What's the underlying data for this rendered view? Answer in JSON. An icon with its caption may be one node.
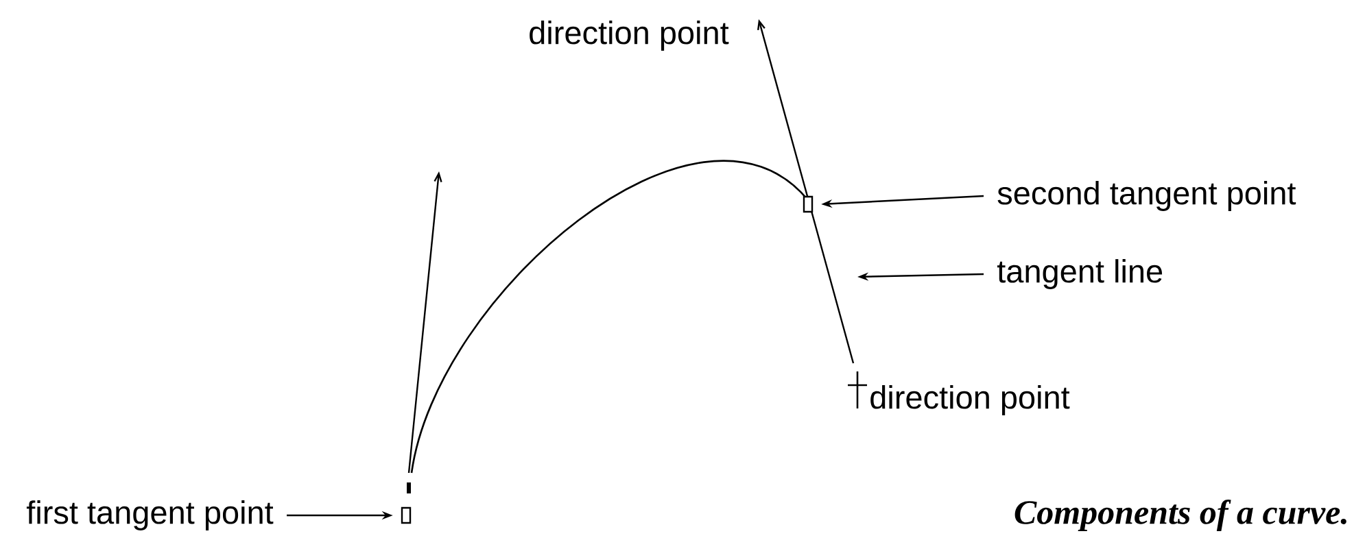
{
  "diagram": {
    "caption": "Components of a curve.",
    "nodes": [
      {
        "text": [
          "first tangent point"
        ]
      },
      {
        "text": [],
        "shape": "box"
      },
      {
        "text": [
          "second tangent point"
        ]
      },
      {
        "text": [],
        "shape": "box"
      },
      {
        "text": [
          "tangent line"
        ]
      }
    ],
    "edges": [
      {
        "from": 0,
        "to": 1,
        "arrow": "to"
      },
      {
        "from": 2,
        "to": 3,
        "arrow": "to"
      },
      {
        "from": 4,
        "to": null,
        "arrow": "to"
      }
    ],
    "labels": [
      "direction point",
      "direction point"
    ]
  }
}
